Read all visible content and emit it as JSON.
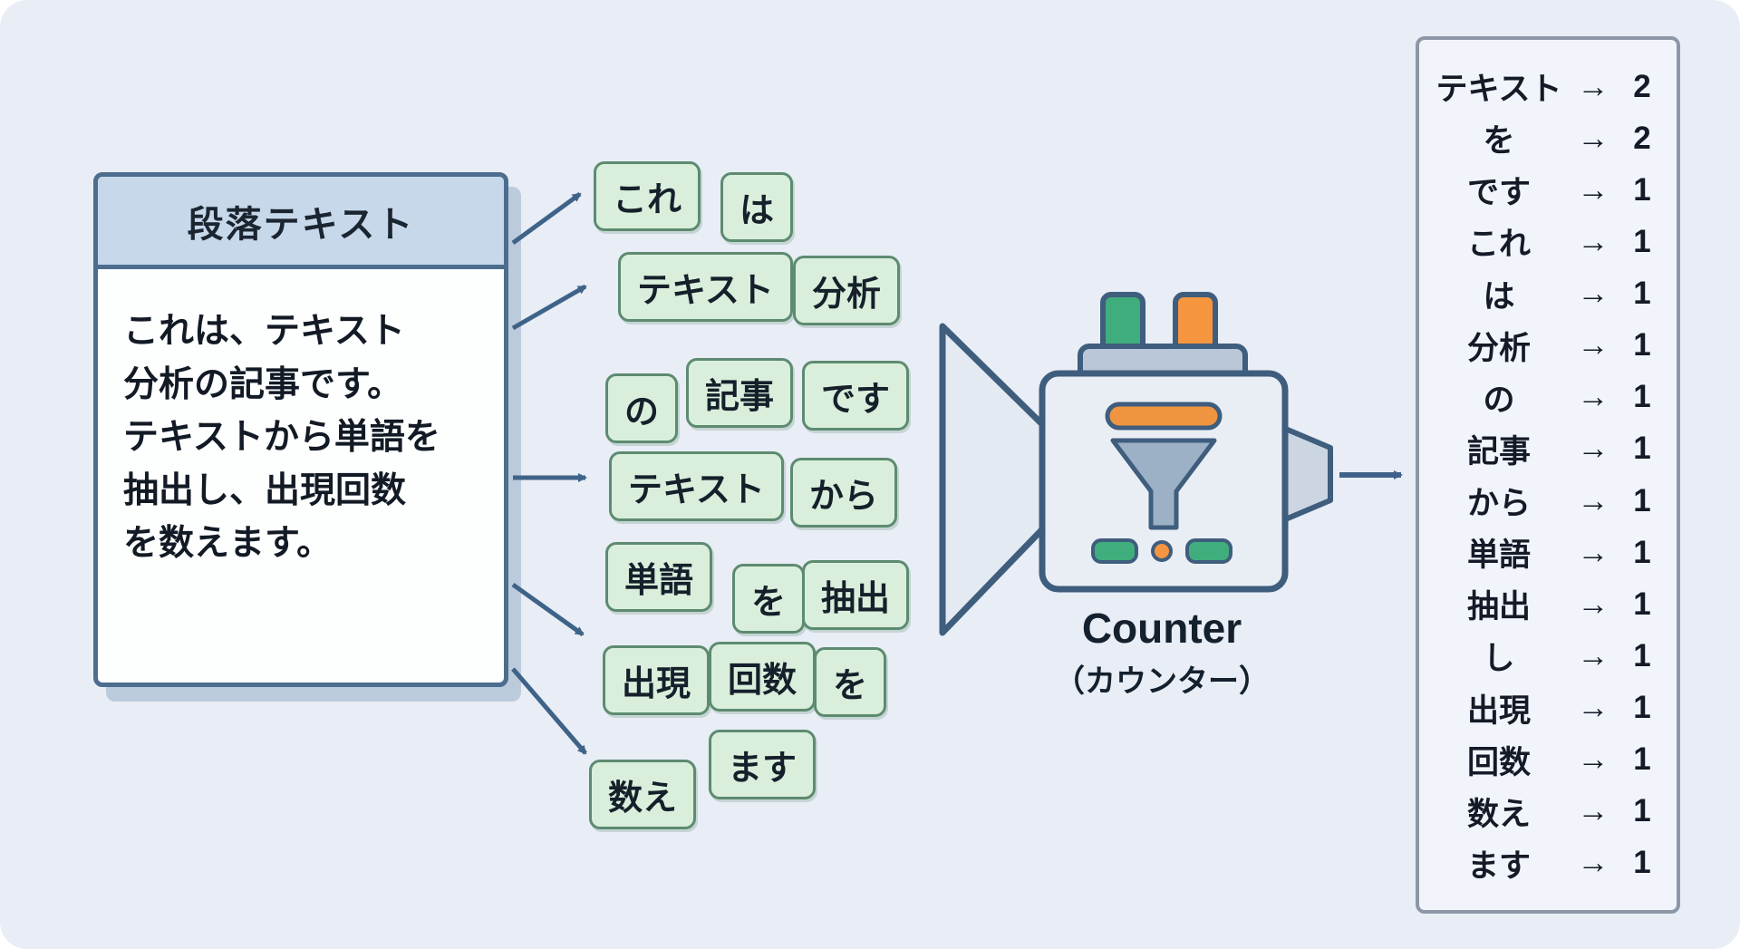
{
  "paragraph_card": {
    "title": "段落テキスト",
    "body_lines": [
      "これは、テキスト",
      "分析の記事です。",
      "テキストから単語を",
      "抽出し、出現回数",
      "を数えます。"
    ]
  },
  "tokens": [
    {
      "label": "これ"
    },
    {
      "label": "は"
    },
    {
      "label": "テキスト"
    },
    {
      "label": "分析"
    },
    {
      "label": "の"
    },
    {
      "label": "記事"
    },
    {
      "label": "です"
    },
    {
      "label": "テキスト"
    },
    {
      "label": "から"
    },
    {
      "label": "単語"
    },
    {
      "label": "を"
    },
    {
      "label": "抽出"
    },
    {
      "label": "出現"
    },
    {
      "label": "回数"
    },
    {
      "label": "を"
    },
    {
      "label": "数え"
    },
    {
      "label": "ます"
    }
  ],
  "counter": {
    "label": "Counter",
    "sublabel": "（カウンター）"
  },
  "arrow_glyph": "→",
  "results": [
    {
      "word": "テキスト",
      "count": "2"
    },
    {
      "word": "を",
      "count": "2"
    },
    {
      "word": "です",
      "count": "1"
    },
    {
      "word": "これ",
      "count": "1"
    },
    {
      "word": "は",
      "count": "1"
    },
    {
      "word": "分析",
      "count": "1"
    },
    {
      "word": "の",
      "count": "1"
    },
    {
      "word": "記事",
      "count": "1"
    },
    {
      "word": "から",
      "count": "1"
    },
    {
      "word": "単語",
      "count": "1"
    },
    {
      "word": "抽出",
      "count": "1"
    },
    {
      "word": "し",
      "count": "1"
    },
    {
      "word": "出現",
      "count": "1"
    },
    {
      "word": "回数",
      "count": "1"
    },
    {
      "word": "数え",
      "count": "1"
    },
    {
      "word": "ます",
      "count": "1"
    }
  ],
  "colors": {
    "background": "#e8edf6",
    "card_header": "#c6d8ea",
    "card_border": "#4c6d8e",
    "chip_bg": "#d9efdc",
    "chip_border": "#5d8b70",
    "arrow": "#3f6388",
    "accent_green": "#3fae7c",
    "accent_orange": "#f5953f",
    "text_dark": "#141a27"
  }
}
